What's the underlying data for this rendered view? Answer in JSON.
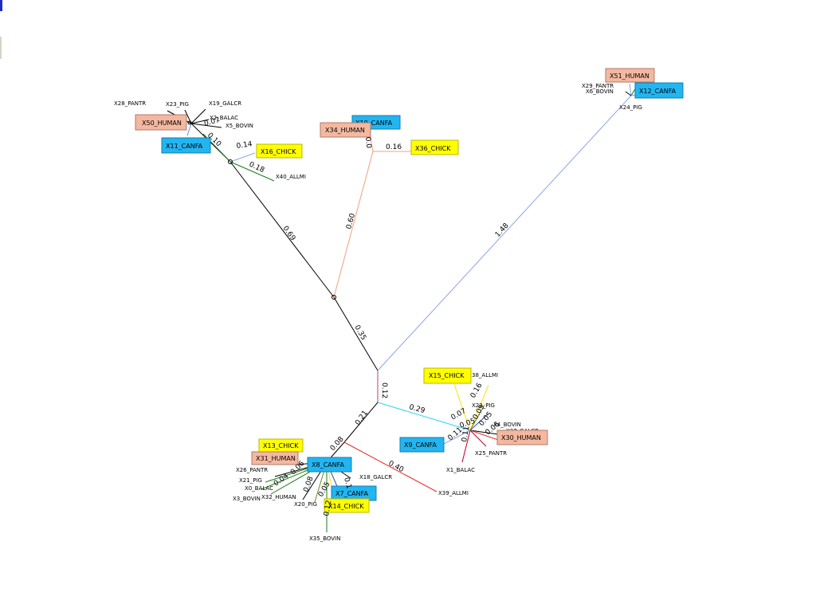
{
  "colors": {
    "human_box": "#f4b8a0",
    "canfa_box": "#22b5f0",
    "chick_box": "#ffff00",
    "branch_black": "#000000",
    "branch_salmon": "#f0a080",
    "branch_lightblue": "#8aa6e6",
    "branch_cyan": "#28d4e8",
    "branch_red": "#e0302a",
    "branch_darkred": "#c00020",
    "branch_green": "#1a7a1a",
    "branch_olive": "#6a8a20"
  },
  "tree": {
    "plain_labels": {
      "x28_pantr": "X28_PANTR",
      "x23_pig": "X23_PIG",
      "x19_galcr": "X19_GALCR",
      "x2_balac": "X2_BALAC",
      "x5_bovin": "X5_BOVIN",
      "x40_allmi": "X40_ALLMI",
      "x29_pantr": "X29_PANTR",
      "x6_bovin": "X6_BOVIN",
      "x24_pig": "X24_PIG",
      "x38_allmi": "38_ALLMI",
      "x22_pig": "X22_PIG",
      "x4_bovin": "X4_BOVIN",
      "x37_galcr": "X37_GALCR",
      "x25_pantr": "X25_PANTR",
      "x1_balac": "X1_BALAC",
      "x26_pantr": "X26_PANTR",
      "x21_pig": "X21_PIG",
      "x0_balac": "X0_BALAC",
      "x3_bovin": "X3_BOVIN",
      "x32_human": "X32_HUMAN",
      "x20_pig": "X20_PIG",
      "x18_galcr": "X18_GALCR",
      "x39_allmi": "X39_ALLMI",
      "x35_bovin": "X35_BOVIN"
    },
    "boxed_labels": {
      "x50_human": "X50_HUMAN",
      "x11_canfa": "X11_CANFA",
      "x16_chick": "X16_CHICK",
      "x10_canfa": "X10_CANFA",
      "x34_human": "X34_HUMAN",
      "x36_chick": "X36_CHICK",
      "x51_human": "X51_HUMAN",
      "x12_canfa": "X12_CANFA",
      "x15_chick": "X15_CHICK",
      "x9_canfa": "X9_CANFA",
      "x30_human": "X30_HUMAN",
      "x13_chick": "X13_CHICK",
      "x31_human": "X31_HUMAN",
      "x8_canfa": "X8_CANFA",
      "x7_canfa": "X7_CANFA",
      "x14_chick": "X14_CHICK"
    },
    "branch_lengths": {
      "b_069": "0.69",
      "b_035": "0.35",
      "b_060": "0.60",
      "b_148": "1.48",
      "b_012": "0.12",
      "b_021": "0.21",
      "b_029": "0.29",
      "b_008": "0.08",
      "b_040": "0.40",
      "b_007": "0.07",
      "b_010": "0.10",
      "b_014": "0.14",
      "b_018": "0.18",
      "b_016": "0.16",
      "b_003": "0.0",
      "b_016b": "0.16",
      "b_007b": "0.07",
      "b_009": "0.09",
      "b_005": "0.05",
      "b_011": "0.11",
      "b_011b": "0.11",
      "b_005b": "0.05",
      "b_006": "0.06",
      "b_008b": "0.08",
      "b_005c": "0.05",
      "b_012b": "0.12",
      "b_001": "0.1",
      "b_006b": "0.06",
      "b_004": "0.04"
    }
  }
}
